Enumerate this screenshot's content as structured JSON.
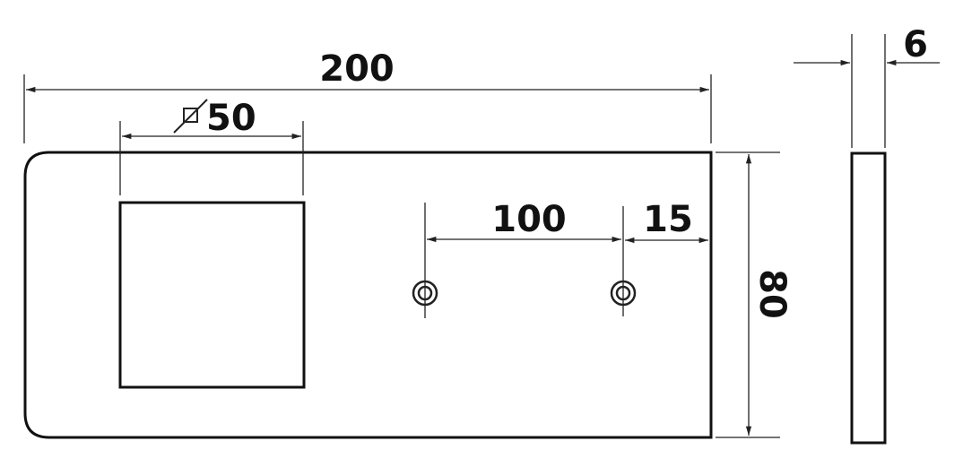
{
  "drawing": {
    "overall_length": "200",
    "cutout_size": "50",
    "cutout_symbol": "square-diameter-symbol",
    "hole_spacing": "100",
    "hole_edge_offset": "15",
    "height": "80",
    "thickness": "6"
  },
  "colors": {
    "line": "#111111",
    "background": "#ffffff"
  }
}
